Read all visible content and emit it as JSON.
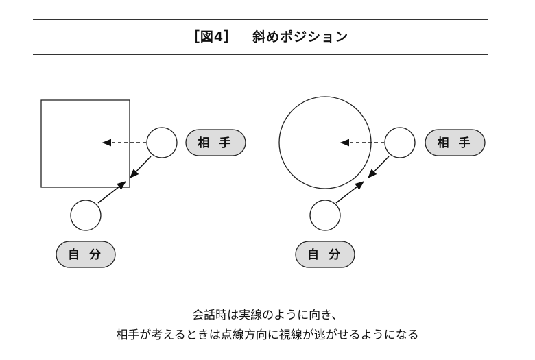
{
  "header": {
    "figure_label": "［図4］",
    "title": "斜めポジション"
  },
  "diagrams": {
    "left": {
      "partner_label": "相 手",
      "self_label": "自 分"
    },
    "right": {
      "partner_label": "相 手",
      "self_label": "自 分"
    }
  },
  "caption": {
    "line1": "会話時は実線のように向き、",
    "line2": "相手が考えるときは点線方向に視線が逃がせるようになる"
  },
  "colors": {
    "pill_fill": "#dddddd",
    "stroke": "#222222"
  }
}
